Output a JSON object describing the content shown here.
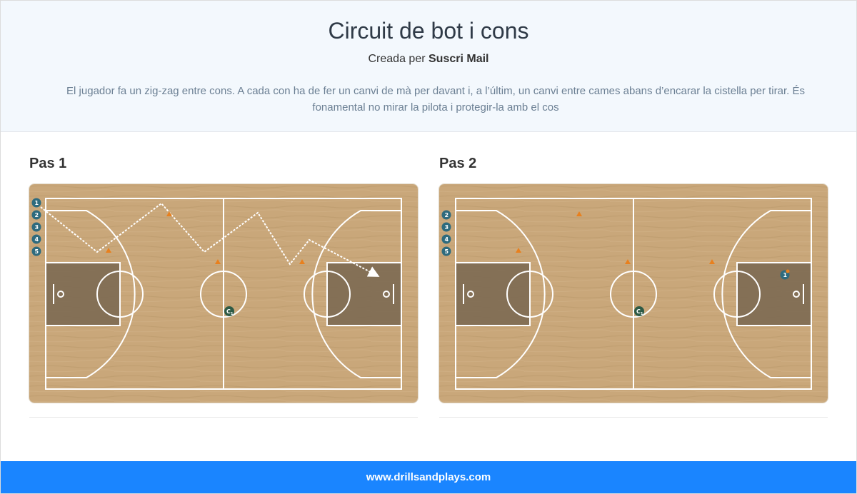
{
  "header": {
    "title": "Circuit de bot i cons",
    "created_by_label": "Creada per",
    "author": "Suscri Mail",
    "description": "El jugador fa un zig-zag entre cons. A cada con ha de fer un canvi de mà per davant i, a l’últim, un canvi entre cames abans d’encarar la cistella per tirar. És fonamental no mirar la pilota i protegir-la amb el cos"
  },
  "steps": [
    {
      "label": "Pas 1"
    },
    {
      "label": "Pas 2"
    }
  ],
  "court": {
    "players_step1": [
      "1",
      "2",
      "3",
      "4",
      "5"
    ],
    "players_step2": [
      "2",
      "3",
      "4",
      "5"
    ],
    "player_on_court_step2": "1",
    "coach_label": "C",
    "coach_sub": "1"
  },
  "colors": {
    "floor": "#c9a77a",
    "paint": "#786650",
    "player": "#2e6b7e",
    "coach": "#2d5a45",
    "cone": "#e8801e",
    "footer": "#1a85ff"
  },
  "footer": {
    "text": "www.drillsandplays.com"
  }
}
